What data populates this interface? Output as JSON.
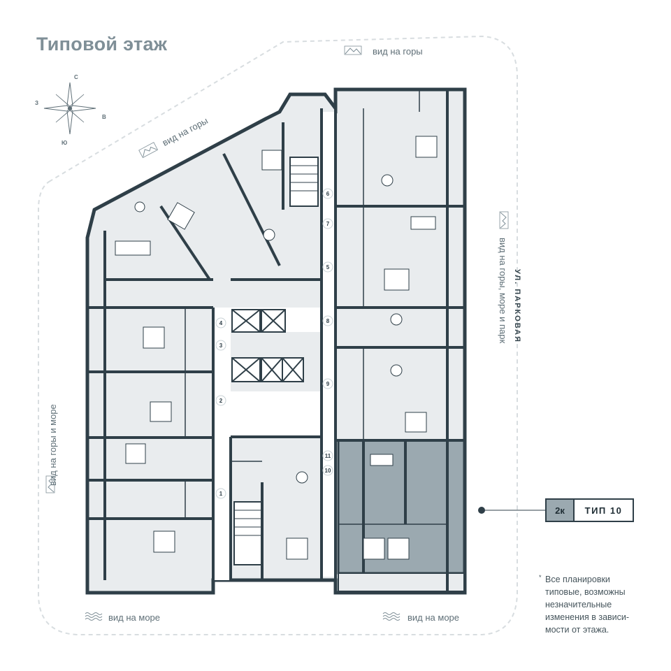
{
  "title": "Типовой этаж",
  "compass": {
    "north": "С",
    "south": "Ю",
    "west": "З",
    "east": "В"
  },
  "views": {
    "top": "вид на горы",
    "top_left": "вид на горы",
    "right": "вид на горы, море и парк",
    "left": "вид на горы и море",
    "bottom_left": "вид на море",
    "bottom_right": "вид на море"
  },
  "street": "УЛ. ПАРКОВАЯ",
  "apartment_numbers": [
    "1",
    "2",
    "3",
    "4",
    "5",
    "6",
    "7",
    "8",
    "9",
    "10",
    "11"
  ],
  "legend": {
    "rooms": "2к",
    "type": "ТИП 10"
  },
  "note": {
    "star": "*",
    "text": "Все планировки типовые, возможны незначительные изменения в зависи- мости от этажа."
  },
  "colors": {
    "wall": "#2f3f48",
    "floor": "#e9ecee",
    "highlight": "#9ba9b0",
    "corridor": "#ffffff",
    "outline": "#d8dde0"
  }
}
